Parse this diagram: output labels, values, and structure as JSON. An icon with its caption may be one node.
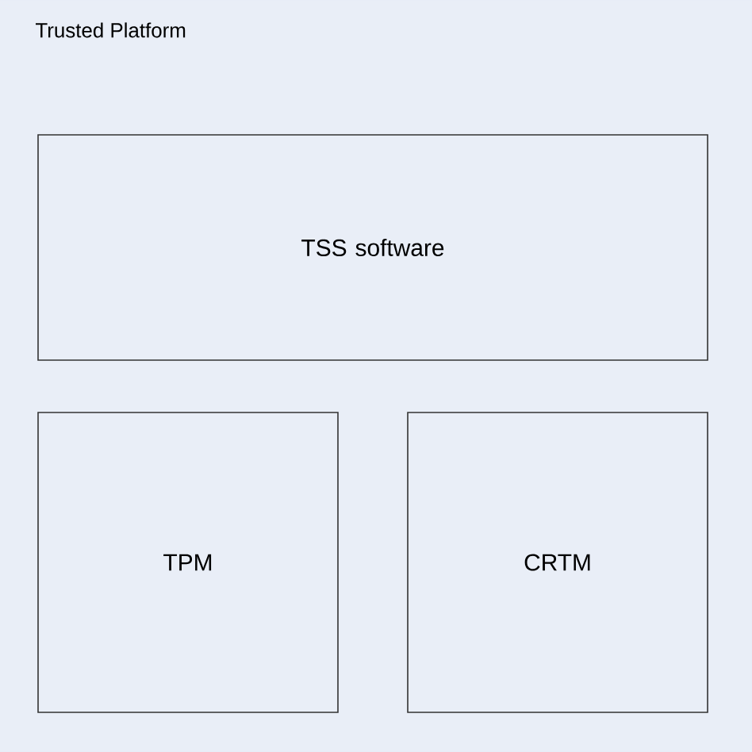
{
  "diagram": {
    "nodes": [
      {
        "text": [
          "Trusted Platform"
        ]
      },
      {
        "text": [
          "TSS software"
        ],
        "in": 0
      },
      {
        "text": [
          "TPM"
        ],
        "in": 0
      },
      {
        "text": [
          "CRTM"
        ],
        "in": 0
      }
    ]
  }
}
